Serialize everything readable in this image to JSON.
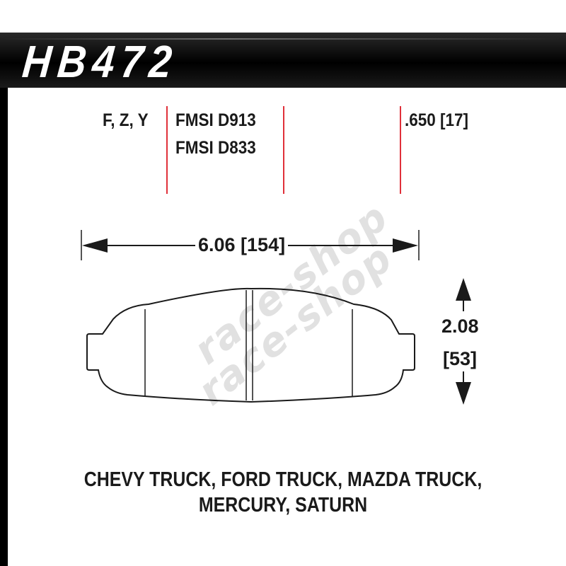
{
  "header": {
    "part_number": "HB472"
  },
  "specs": {
    "compounds": "F, Z, Y",
    "fmsi": [
      "FMSI D913",
      "FMSI D833"
    ],
    "thickness": ".650 [17]"
  },
  "dimensions": {
    "width": "6.06 [154]",
    "height_in": "2.08",
    "height_mm": "[53]"
  },
  "watermark": [
    "race-shop",
    "race-shop"
  ],
  "applications": {
    "line1": "CHEVY TRUCK, FORD TRUCK, MAZDA TRUCK,",
    "line2": "MERCURY, SATURN"
  },
  "colors": {
    "header_bg": "#000000",
    "divider_red": "#e0303a",
    "ink": "#1a1a1a"
  }
}
